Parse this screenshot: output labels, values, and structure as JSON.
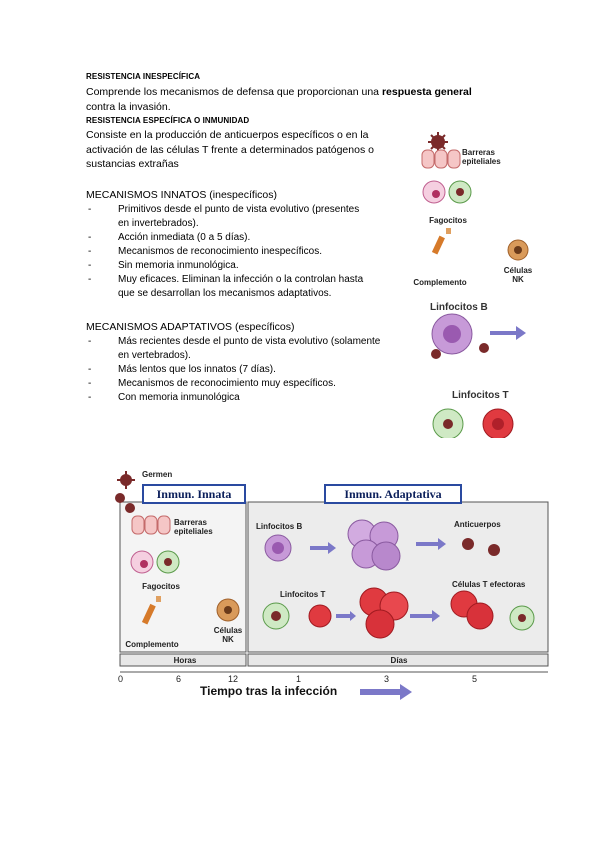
{
  "sections": {
    "inespecifica": {
      "heading": "RESISTENCIA INESPECÍFICA",
      "text_before": "Comprende los mecanismos de defensa que proporcionan una ",
      "text_bold": "respuesta general",
      "text_after": "contra la invasión."
    },
    "especifica": {
      "heading": "RESISTENCIA ESPECÍFICA O INMUNIDAD",
      "lines": [
        "Consiste en la producción de anticuerpos específicos o en la",
        "activación de las células T frente a determinados patógenos o",
        "sustancias extrañas"
      ]
    },
    "innatos": {
      "heading": "MECANISMOS INNATOS (inespecíficos)",
      "items": [
        "Primitivos desde el punto de vista evolutivo (presentes",
        "en invertebrados).",
        "Acción inmediata (0 a 5 días).",
        "Mecanismos de reconocimiento inespecíficos.",
        "Sin memoria inmunológica.",
        "Muy eficaces. Eliminan la infección o la controlan hasta",
        "que se desarrollan los mecanismos adaptativos."
      ]
    },
    "adaptativos": {
      "heading": "MECANISMOS ADAPTATIVOS (específicos)",
      "items": [
        "Más recientes desde el punto de vista evolutivo (solamente",
        "en vertebrados).",
        "Más lentos que los innatos (7 días).",
        "Mecanismos de reconocimiento muy específicos.",
        "Con memoria inmunológica"
      ]
    }
  },
  "side_figure": {
    "barreras": "Barreras\nepiteliales",
    "fagocitos": "Fagocitos",
    "complemento": "Complemento",
    "nk": "Células\nNK",
    "linfocitos_b": "Linfocitos B",
    "linfocitos_t": "Linfocitos T"
  },
  "diagram": {
    "germen": "Germen",
    "innata_title": "Inmun. Innata",
    "adaptativa_title": "Inmun. Adaptativa",
    "barreras": "Barreras\nepiteliales",
    "fagocitos": "Fagocitos",
    "complemento": "Complemento",
    "nk": "Células\nNK",
    "linfocitos_b": "Linfocitos B",
    "linfocitos_t": "Linfocitos T",
    "anticuerpos": "Anticuerpos",
    "celulas_t_efectoras": "Células T efectoras",
    "horas": "Horas",
    "dias": "Días",
    "ticks_horas": [
      "0",
      "6",
      "12"
    ],
    "ticks_dias": [
      "1",
      "3",
      "5"
    ],
    "axis_title": "Tiempo tras la infección"
  },
  "colors": {
    "box_border": "#2a4aa0",
    "arrow": "#7b78c8",
    "lymph_b": "#b07cc6",
    "lymph_t": "#e03a40",
    "phagocyte": "#9ecf8c",
    "germ": "#7a2a2a"
  }
}
